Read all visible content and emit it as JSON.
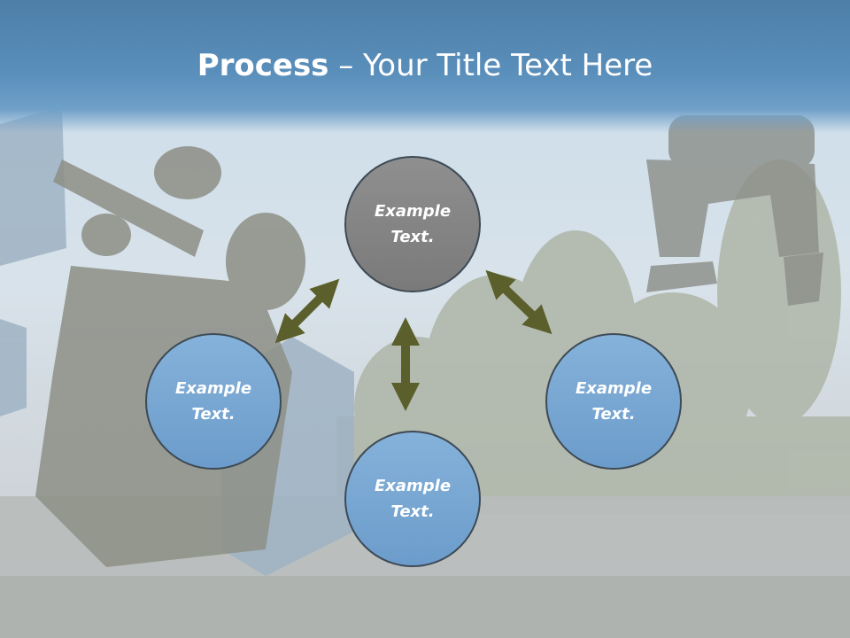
{
  "slide": {
    "title_bold": "Process",
    "title_rest": " – Your Title Text Here"
  },
  "nodes": [
    {
      "line1": "Example",
      "line2": "Text.",
      "color": "#808080"
    },
    {
      "line1": "Example",
      "line2": "Text.",
      "color": "#79a7d3"
    },
    {
      "line1": "Example",
      "line2": "Text.",
      "color": "#79a7d3"
    },
    {
      "line1": "Example",
      "line2": "Text.",
      "color": "#79a7d3"
    }
  ],
  "colors": {
    "title_band": "#5a8fbb",
    "arrow": "#5b5f2c",
    "circle_border": "#3e4a55"
  }
}
